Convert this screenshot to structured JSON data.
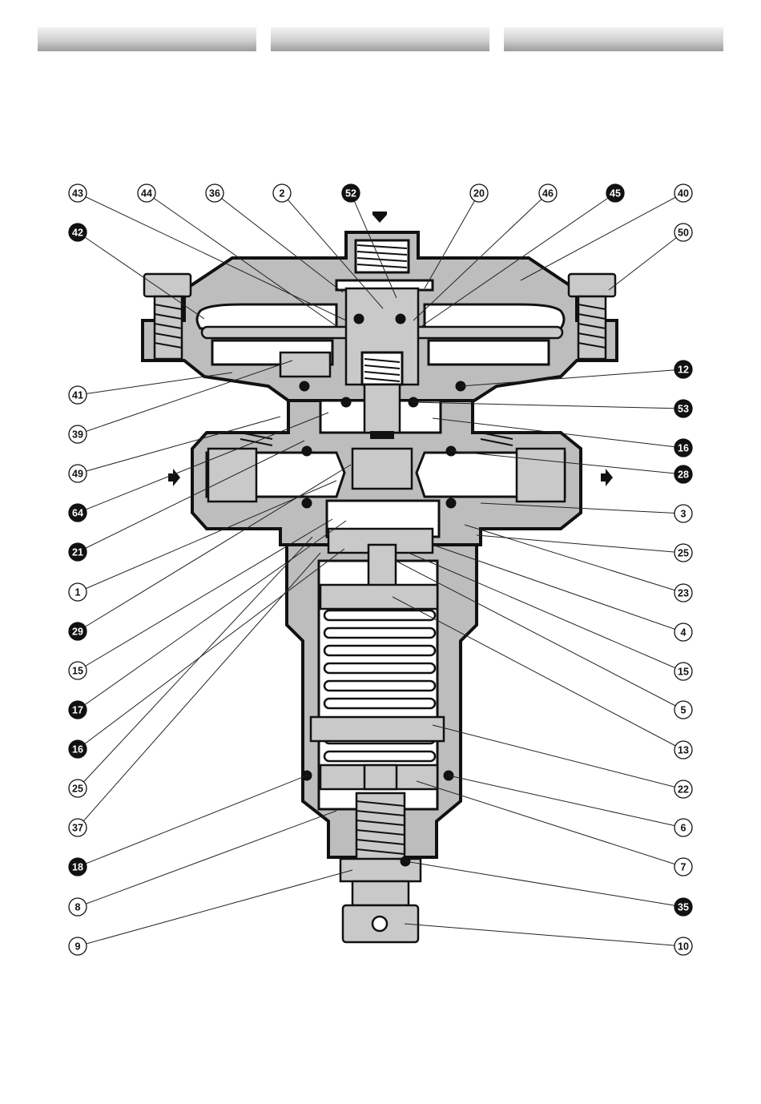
{
  "header": {
    "segments": 3
  },
  "diagram": {
    "flow_arrows": [
      "arrow-inlet-top",
      "arrow-inlet-left",
      "arrow-outlet-right"
    ],
    "callouts_top": [
      {
        "label": "43",
        "style": "outline"
      },
      {
        "label": "44",
        "style": "outline"
      },
      {
        "label": "36",
        "style": "outline"
      },
      {
        "label": "2",
        "style": "outline"
      },
      {
        "label": "52",
        "style": "filled"
      },
      {
        "label": "20",
        "style": "outline"
      },
      {
        "label": "46",
        "style": "outline"
      },
      {
        "label": "45",
        "style": "filled"
      },
      {
        "label": "40",
        "style": "outline"
      }
    ],
    "callouts_left": [
      {
        "label": "42",
        "style": "filled"
      },
      {
        "label": "41",
        "style": "outline"
      },
      {
        "label": "39",
        "style": "outline"
      },
      {
        "label": "49",
        "style": "outline"
      },
      {
        "label": "64",
        "style": "filled"
      },
      {
        "label": "21",
        "style": "filled"
      },
      {
        "label": "1",
        "style": "outline"
      },
      {
        "label": "29",
        "style": "filled"
      },
      {
        "label": "15",
        "style": "outline"
      },
      {
        "label": "17",
        "style": "filled"
      },
      {
        "label": "16",
        "style": "filled"
      },
      {
        "label": "25",
        "style": "outline"
      },
      {
        "label": "37",
        "style": "outline"
      },
      {
        "label": "18",
        "style": "filled"
      },
      {
        "label": "8",
        "style": "outline"
      },
      {
        "label": "9",
        "style": "outline"
      }
    ],
    "callouts_right": [
      {
        "label": "50",
        "style": "outline"
      },
      {
        "label": "12",
        "style": "filled"
      },
      {
        "label": "53",
        "style": "filled"
      },
      {
        "label": "16",
        "style": "filled"
      },
      {
        "label": "28",
        "style": "filled"
      },
      {
        "label": "3",
        "style": "outline"
      },
      {
        "label": "25",
        "style": "outline"
      },
      {
        "label": "23",
        "style": "outline"
      },
      {
        "label": "4",
        "style": "outline"
      },
      {
        "label": "15",
        "style": "outline"
      },
      {
        "label": "5",
        "style": "outline"
      },
      {
        "label": "13",
        "style": "outline"
      },
      {
        "label": "22",
        "style": "outline"
      },
      {
        "label": "6",
        "style": "outline"
      },
      {
        "label": "7",
        "style": "outline"
      },
      {
        "label": "35",
        "style": "filled"
      },
      {
        "label": "10",
        "style": "outline"
      }
    ]
  }
}
